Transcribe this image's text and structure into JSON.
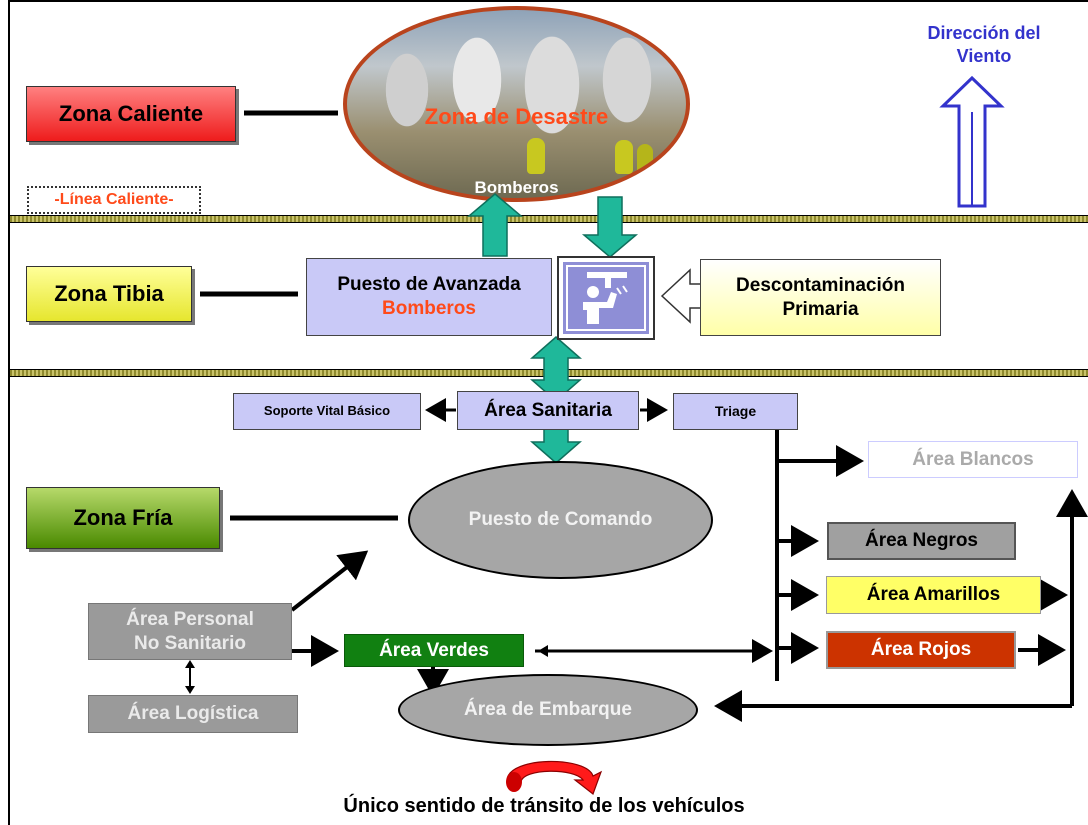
{
  "zones": {
    "hot": "Zona Caliente",
    "warm": "Zona Tibia",
    "cold": "Zona Fría",
    "hot_line": "-Línea Caliente-"
  },
  "disaster": {
    "title": "Zona de Desastre",
    "firefighters": "Bomberos"
  },
  "wind": {
    "line1": "Dirección del",
    "line2": "Viento"
  },
  "advanced_post": {
    "line1": "Puesto de Avanzada",
    "line2": "Bomberos"
  },
  "decon": {
    "line1": "Descontaminación",
    "line2": "Primaria"
  },
  "areas": {
    "sanitary": "Área Sanitaria",
    "bls": "Soporte Vital Básico",
    "triage": "Triage",
    "command": "Puesto  de Comando",
    "whites": "Área Blancos",
    "blacks": "Área Negros",
    "yellows": "Área Amarillos",
    "reds": "Área Rojos",
    "greens": "Área Verdes",
    "personnel_line1": "Área Personal",
    "personnel_line2": "No Sanitario",
    "logistics": "Área Logística",
    "boarding": "Área de Embarque"
  },
  "footer": "Único sentido de tránsito de los vehículos",
  "colors": {
    "hot": "#ff3b3b",
    "warm": "#f0f04a",
    "cold": "#4a8a00",
    "lavender": "#c9c9f7",
    "green_area": "#118011",
    "yellow_area": "#ffff66",
    "red_area": "#cc3300",
    "accent_red": "#ff4a1a",
    "wind_blue": "#3333cc",
    "arrow_teal": "#1fb89a"
  },
  "icons": [
    "wind-arrow-icon",
    "decontamination-shower-icon",
    "circular-arrow-icon"
  ]
}
